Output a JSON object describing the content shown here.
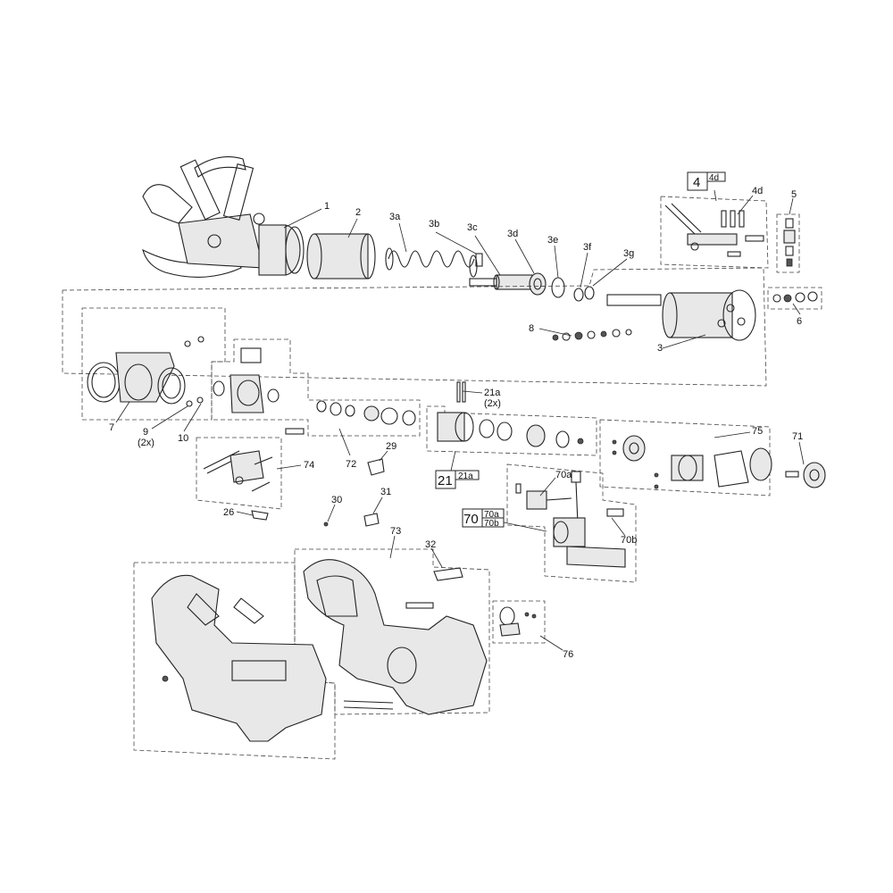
{
  "callouts": {
    "c1": "1",
    "c2": "2",
    "c3a": "3a",
    "c3b": "3b",
    "c3c": "3c",
    "c3d": "3d",
    "c3e": "3e",
    "c3f": "3f",
    "c3g": "3g",
    "c3": "3",
    "c4_main": "4",
    "c4_sub": "4d",
    "c4d": "4d",
    "c5": "5",
    "c6": "6",
    "c7": "7",
    "c8": "8",
    "c9": "9",
    "c9_qty": "(2x)",
    "c10": "10",
    "c72": "72",
    "c21a": "21a",
    "c21a_qty": "(2x)",
    "c21_main": "21",
    "c21_sub": "21a",
    "c75": "75",
    "c71": "71",
    "c74": "74",
    "c29": "29",
    "c70a": "70a",
    "c70_main": "70",
    "c70_sub_a": "70a",
    "c70_sub_b": "70b",
    "c70b": "70b",
    "c26": "26",
    "c30": "30",
    "c31": "31",
    "c73": "73",
    "c32": "32",
    "c76": "76"
  }
}
